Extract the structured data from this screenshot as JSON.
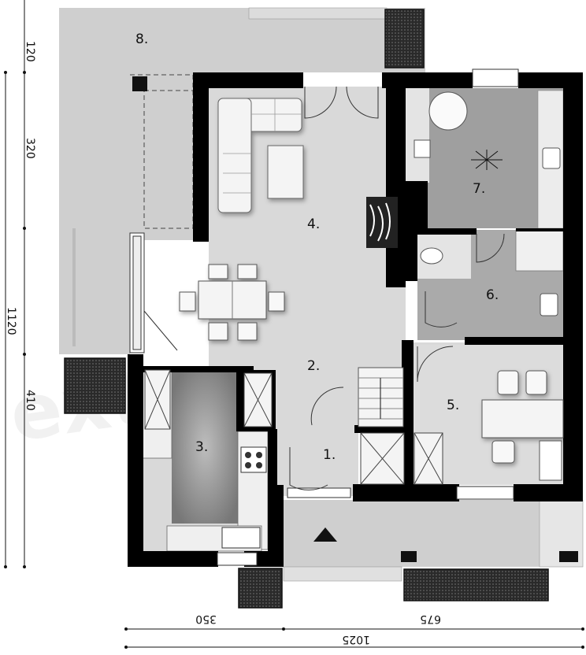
{
  "rooms": [
    {
      "id": "r1",
      "label": "1."
    },
    {
      "id": "r2",
      "label": "2."
    },
    {
      "id": "r3",
      "label": "3."
    },
    {
      "id": "r4",
      "label": "4."
    },
    {
      "id": "r5",
      "label": "5."
    },
    {
      "id": "r6",
      "label": "6."
    },
    {
      "id": "r7",
      "label": "7."
    },
    {
      "id": "r8",
      "label": "8."
    }
  ],
  "dimensions": {
    "vertical": [
      "120",
      "320",
      "1120",
      "410"
    ],
    "horizontal": [
      "350",
      "675",
      "1025"
    ]
  },
  "watermark": "extradom",
  "colors": {
    "wall": "#000000",
    "floor": "#d8d8d8",
    "terrace": "#c8c8c8",
    "bath": "#a8a8a8",
    "kitchen": "#b8b8b8",
    "hatch": "#404040"
  }
}
